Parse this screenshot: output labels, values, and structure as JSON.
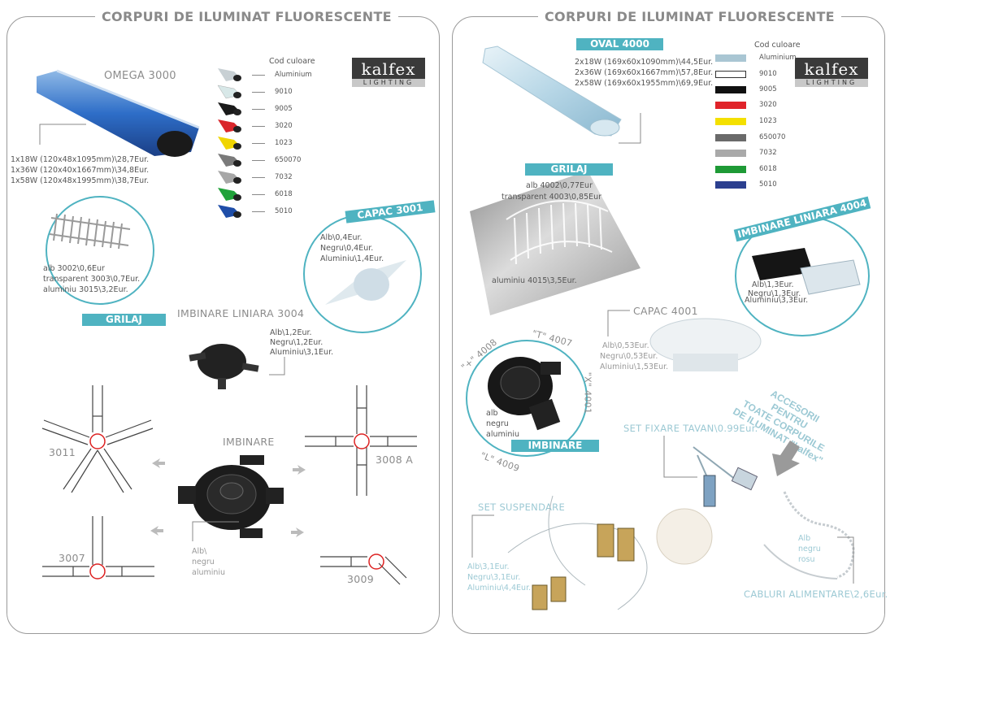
{
  "left": {
    "title": "CORPURI DE ILUMINAT FLUORESCENTE",
    "logo": {
      "brand": "kalfex",
      "sub": "LIGHTING"
    },
    "product": {
      "name": "OMEGA 3000",
      "variants": [
        "1x18W (120x48x1095mm)\\28,7Eur.",
        "1x36W (120x40x1667mm)\\34,8Eur.",
        "1x58W (120x48x1995mm)\\38,7Eur."
      ]
    },
    "colors_title": "Cod culoare",
    "colors": [
      {
        "code": "Aluminium",
        "hex": "#c8d0d4"
      },
      {
        "code": "9010",
        "hex": "#e8eef0"
      },
      {
        "code": "9005",
        "hex": "#1a1a1a"
      },
      {
        "code": "3020",
        "hex": "#d9262b"
      },
      {
        "code": "1023",
        "hex": "#f0d500"
      },
      {
        "code": "650070",
        "hex": "#7a7a7a"
      },
      {
        "code": "7032",
        "hex": "#a7a7a7"
      },
      {
        "code": "6018",
        "hex": "#21a23a"
      },
      {
        "code": "5010",
        "hex": "#1f4ea8"
      }
    ],
    "grilaj": {
      "label": "GRILAJ",
      "items": [
        "alb 3002\\0,6Eur",
        "transparent 3003\\0,7Eur.",
        "aluminiu 3015\\3,2Eur."
      ]
    },
    "capac": {
      "label": "CAPAC 3001",
      "items": [
        "Alb\\0,4Eur.",
        "Negru\\0,4Eur.",
        "Aluminiu\\1,4Eur."
      ]
    },
    "imbinare_liniara": {
      "label": "IMBINARE LINIARA 3004",
      "items": [
        "Alb\\1,2Eur.",
        "Negru\\1,2Eur.",
        "Aluminiu\\3,1Eur."
      ]
    },
    "imbinare": {
      "label": "IMBINARE",
      "items": [
        "Alb\\",
        "negru",
        "aluminiu"
      ]
    },
    "codes": {
      "c3011": "3011",
      "c3008": "3008 A",
      "c3007": "3007",
      "c3009": "3009"
    }
  },
  "right": {
    "title": "CORPURI DE ILUMINAT FLUORESCENTE",
    "logo": {
      "brand": "kalfex",
      "sub": "LIGHTING"
    },
    "product": {
      "name": "OVAL 4000",
      "variants": [
        "2x18W (169x60x1090mm)\\44,5Eur.",
        "2x36W (169x60x1667mm)\\57,8Eur.",
        "2x58W (169x60x1955mm)\\69,9Eur."
      ]
    },
    "colors_title": "Cod culoare",
    "colors": [
      {
        "code": "Aluminium",
        "hex": "#a9c6d3"
      },
      {
        "code": "9010",
        "hex": "#ffffff"
      },
      {
        "code": "9005",
        "hex": "#111111"
      },
      {
        "code": "3020",
        "hex": "#e0232a"
      },
      {
        "code": "1023",
        "hex": "#f4e000"
      },
      {
        "code": "650070",
        "hex": "#6a6a6a"
      },
      {
        "code": "7032",
        "hex": "#a9a9a9"
      },
      {
        "code": "6018",
        "hex": "#1e9a36"
      },
      {
        "code": "5010",
        "hex": "#2b3f8f"
      }
    ],
    "grilaj": {
      "label": "GRILAJ",
      "items": [
        "alb 4002\\0,77Eur",
        "transparent 4003\\0,85Eur"
      ],
      "aluminiu": "aluminiu 4015\\3,5Eur."
    },
    "imbinare_liniara": {
      "label": "IMBINARE LINIARA 4004",
      "items": [
        "Alb\\1,3Eur.",
        "Negru\\1,3Eur.",
        "Aluminiu\\3,3Eur."
      ]
    },
    "capac": {
      "label": "CAPAC 4001",
      "items": [
        "Alb\\0,53Eur.",
        "Negru\\0,53Eur.",
        "Aluminiu\\1,53Eur."
      ]
    },
    "imbinare": {
      "label": "IMBINARE",
      "items": [
        "alb",
        "negru",
        "aluminiu"
      ],
      "codes": {
        "plus": "\"+\" 4008",
        "t": "\"T\" 4007",
        "x": "\"X\" 4001",
        "l": "\"L\" 4009"
      }
    },
    "accesorii": [
      "ACCESORII",
      "PENTRU",
      "TOATE CORPURILE",
      "DE ILUMINAT \"kalfex\""
    ],
    "set_fixare": "SET FIXARE TAVAN\\0.99Eur.",
    "set_suspendare": {
      "label": "SET SUSPENDARE",
      "items": [
        "Alb\\3,1Eur.",
        "Negru\\3,1Eur.",
        "Aluminiu\\4,4Eur."
      ]
    },
    "cabluri": {
      "label": "CABLURI ALIMENTARE\\2,6Eur.",
      "items": [
        "Alb",
        "negru",
        "rosu"
      ]
    }
  }
}
